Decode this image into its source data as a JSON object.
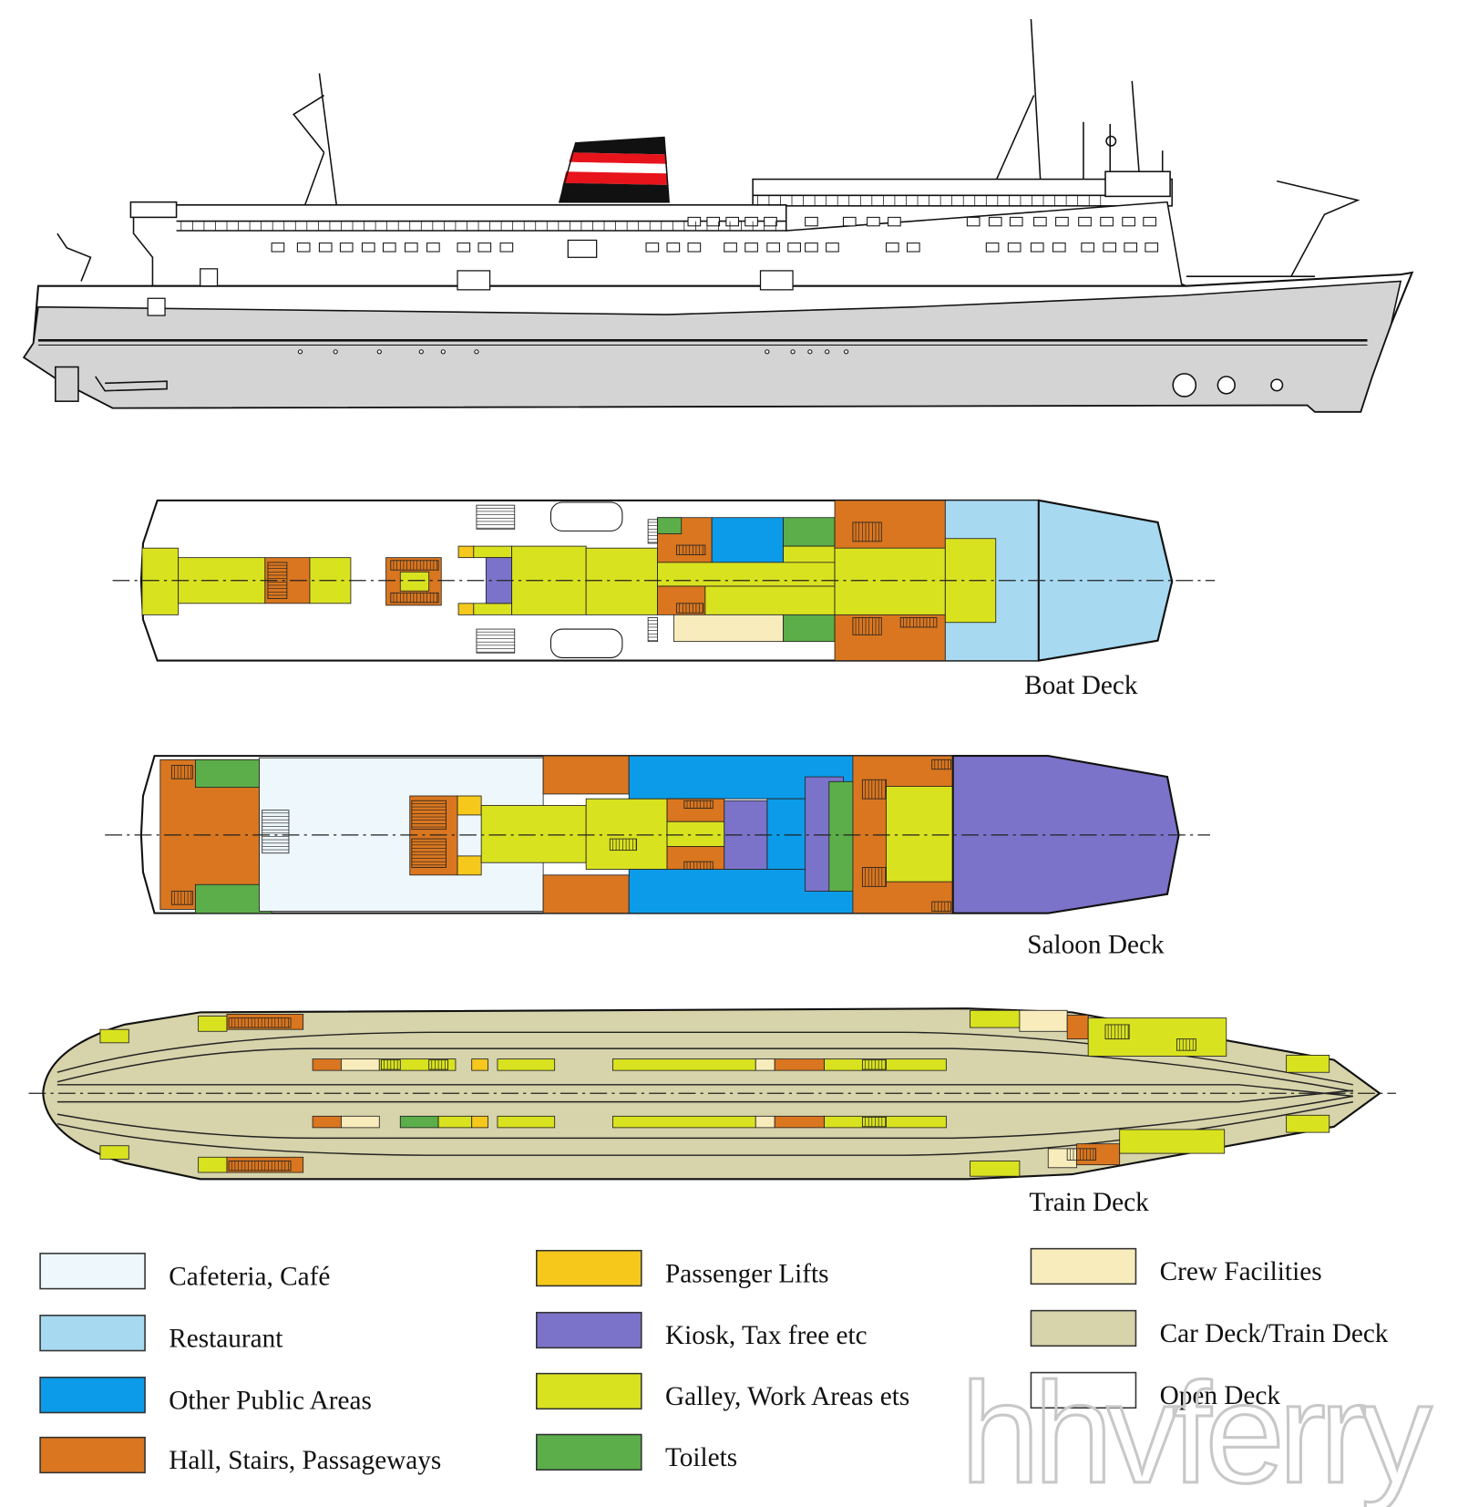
{
  "decks": [
    {
      "id": "boat",
      "label": "Boat Deck"
    },
    {
      "id": "saloon",
      "label": "Saloon Deck"
    },
    {
      "id": "train",
      "label": "Train Deck"
    }
  ],
  "legend": [
    {
      "key": "cafe",
      "label": "Cafeteria, Café",
      "color": "#eef7fb"
    },
    {
      "key": "restaurant",
      "label": "Restaurant",
      "color": "#a7d9f1"
    },
    {
      "key": "public",
      "label": "Other Public Areas",
      "color": "#0c9be8"
    },
    {
      "key": "hall",
      "label": "Hall, Stairs, Passageways",
      "color": "#d9761f"
    },
    {
      "key": "lifts",
      "label": "Passenger Lifts",
      "color": "#f5c81b"
    },
    {
      "key": "kiosk",
      "label": "Kiosk, Tax free etc",
      "color": "#7b73c9"
    },
    {
      "key": "galley",
      "label": "Galley, Work Areas ets",
      "color": "#d9e21f"
    },
    {
      "key": "toilets",
      "label": "Toilets",
      "color": "#5bae49"
    },
    {
      "key": "crew",
      "label": "Crew Facilities",
      "color": "#f8ecbc"
    },
    {
      "key": "cardeck",
      "label": "Car Deck/Train Deck",
      "color": "#d7d3aa"
    },
    {
      "key": "open",
      "label": "Open Deck",
      "color": "#ffffff"
    }
  ],
  "ship": {
    "hull_color": "#d4d4d4",
    "funnel_colors": [
      "#111111",
      "#e8141b",
      "#ffffff"
    ]
  },
  "watermark": "hhvferry"
}
